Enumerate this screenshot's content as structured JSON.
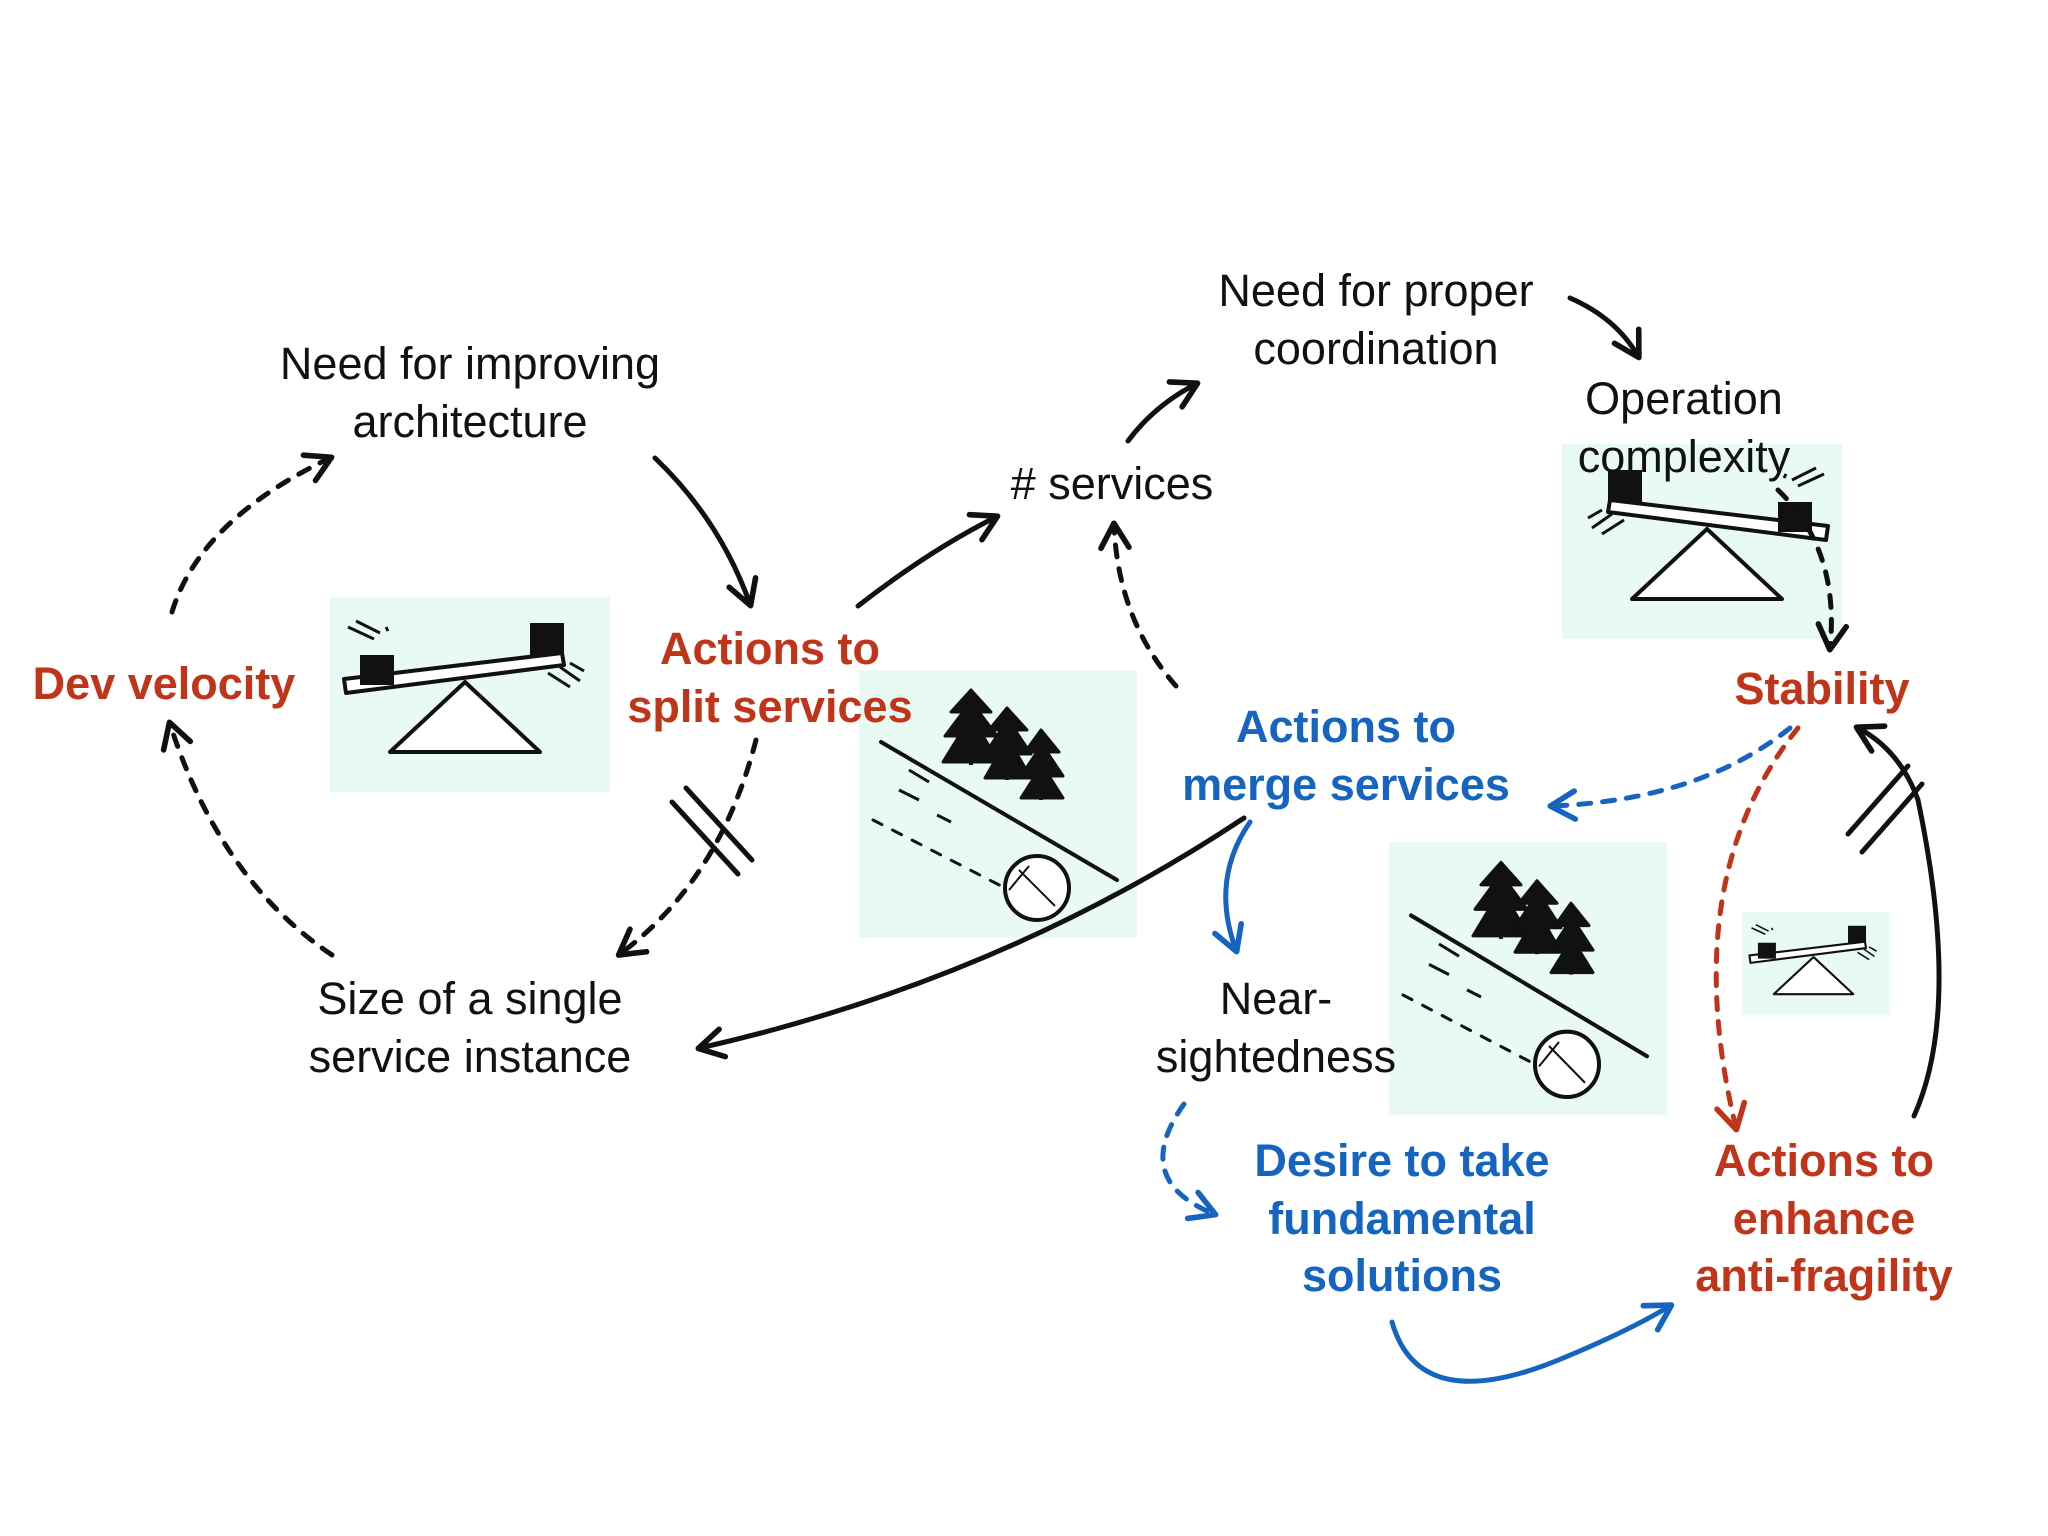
{
  "colors": {
    "ink": "#111111",
    "red": "#c0351a",
    "blue": "#1565c0",
    "panel": "#e8faf2"
  },
  "nodes": {
    "need_improving_architecture": [
      "Need for improving",
      "architecture"
    ],
    "dev_velocity": [
      "Dev velocity"
    ],
    "actions_split_services": [
      "Actions to",
      "split services"
    ],
    "size_single_service": [
      "Size of a single",
      "service instance"
    ],
    "num_services": [
      "# services"
    ],
    "need_proper_coordination": [
      "Need for proper",
      "coordination"
    ],
    "operation_complexity": [
      "Operation",
      "complexity"
    ],
    "stability": [
      "Stability"
    ],
    "actions_merge_services": [
      "Actions to",
      "merge services"
    ],
    "near_sightedness": [
      "Near-",
      "sightedness"
    ],
    "desire_fundamental_solutions": [
      "Desire to take",
      "fundamental",
      "solutions"
    ],
    "actions_anti_fragility": [
      "Actions to",
      "enhance",
      "anti-fragility"
    ]
  },
  "icons": {
    "balance_left": "seesaw-balance-icon",
    "balance_right": "seesaw-balance-icon",
    "balance_small": "seesaw-balance-icon",
    "snowball_center": "snowball-rolling-downhill-icon",
    "snowball_right": "snowball-rolling-downhill-icon"
  }
}
